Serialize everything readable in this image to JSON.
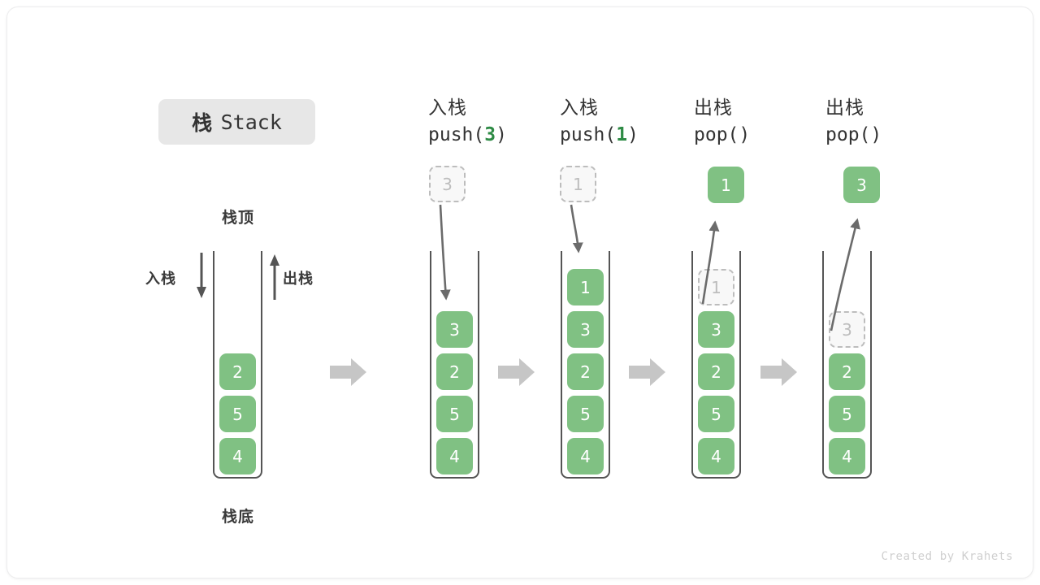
{
  "title": {
    "cn": "栈",
    "en": "Stack"
  },
  "labels": {
    "top": "栈顶",
    "bottom": "栈底",
    "push_side": "入栈",
    "pop_side": "出栈"
  },
  "colors": {
    "block_green": "#80c183",
    "ghost_border": "#bdbdbd",
    "ghost_fill": "#f8f8f8",
    "wall": "#555555",
    "arrow_gray": "#c6c6c6",
    "code_accent": "#2e8b45",
    "chip_bg": "#e7e7e7"
  },
  "columns": [
    {
      "id": "initial",
      "header_cn": "",
      "header_code": "",
      "header_code_num": "",
      "stack": [
        "4",
        "5",
        "2"
      ],
      "ghost_index": -1,
      "float_cell": null,
      "float_cell_kind": ""
    },
    {
      "id": "push3",
      "header_cn": "入栈",
      "header_code_pre": "push(",
      "header_code_num": "3",
      "header_code_post": ")",
      "stack": [
        "4",
        "5",
        "2",
        "3"
      ],
      "ghost_index": -1,
      "float_cell": "3",
      "float_cell_kind": "ghost"
    },
    {
      "id": "push1",
      "header_cn": "入栈",
      "header_code_pre": "push(",
      "header_code_num": "1",
      "header_code_post": ")",
      "stack": [
        "4",
        "5",
        "2",
        "3",
        "1"
      ],
      "ghost_index": -1,
      "float_cell": "1",
      "float_cell_kind": "ghost"
    },
    {
      "id": "pop1",
      "header_cn": "出栈",
      "header_code_pre": "pop(",
      "header_code_num": "",
      "header_code_post": ")",
      "stack": [
        "4",
        "5",
        "2",
        "3",
        "1"
      ],
      "ghost_index": 4,
      "float_cell": "1",
      "float_cell_kind": "solid"
    },
    {
      "id": "pop3",
      "header_cn": "出栈",
      "header_code_pre": "pop(",
      "header_code_num": "",
      "header_code_post": ")",
      "stack": [
        "4",
        "5",
        "2",
        "3"
      ],
      "ghost_index": 3,
      "float_cell": "3",
      "float_cell_kind": "solid"
    }
  ],
  "credit": "Created by Krahets"
}
